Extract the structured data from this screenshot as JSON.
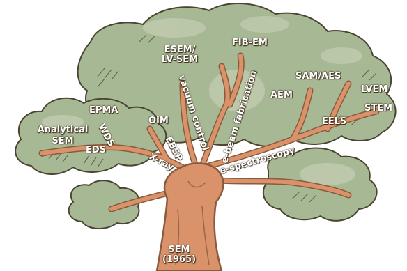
{
  "colors": {
    "foliage": "#a7b895",
    "foliage_light": "#cdd5ba",
    "foliage_outline": "#4b4433",
    "trunk": "#d9926a",
    "trunk_dark": "#8a5a3c",
    "label_text": "#ffffff"
  },
  "labels": {
    "root": "SEM",
    "root_year": "(1965)",
    "esem": "ESEM/",
    "lvsem": "LV-SEM",
    "fibem": "FIB-EM",
    "samaes": "SAM/AES",
    "lvem": "LVEM",
    "stem": "STEM",
    "aem": "AEM",
    "eels": "EELS",
    "epma": "EPMA",
    "analytical": "Analytical",
    "analytical_sem": "SEM",
    "eds": "EDS",
    "wds": "WDS",
    "oim": "OIM",
    "ebsp": "EBSP",
    "xray": "X-ray",
    "vacuum": "vacuum control",
    "ebeam": "e-beam fabrication",
    "espec": "e-spectroscopy"
  }
}
